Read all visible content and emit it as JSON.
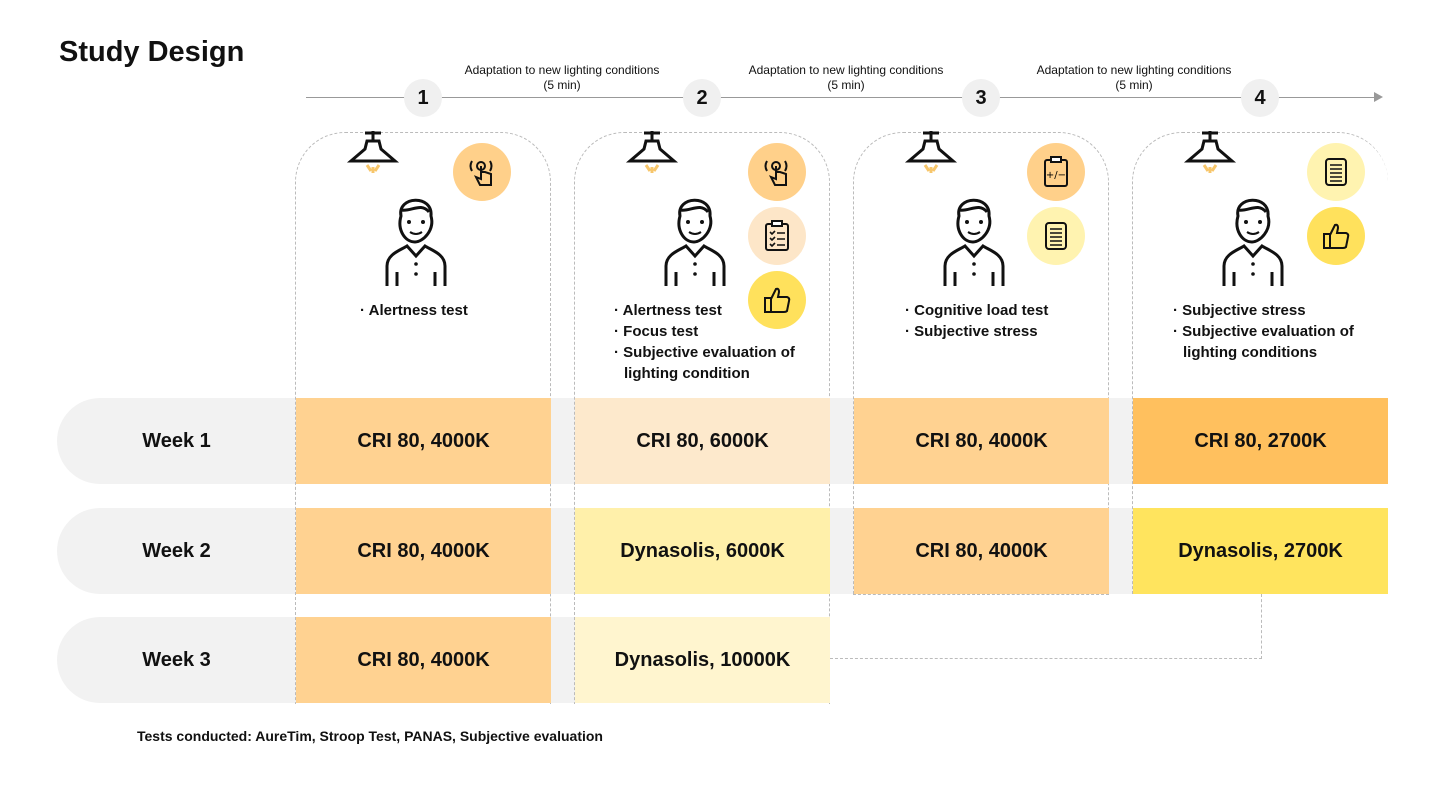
{
  "title": "Study Design",
  "steps": [
    {
      "number": "1",
      "tests": [
        "Alertness test"
      ],
      "icons": [
        "touch-icon"
      ]
    },
    {
      "number": "2",
      "tests": [
        "Alertness test",
        "Focus test",
        "Subjective evaluation of lighting condition"
      ],
      "icons": [
        "touch-icon",
        "checklist-icon",
        "thumbs-up-icon"
      ]
    },
    {
      "number": "3",
      "tests": [
        "Cognitive load test",
        "Subjective stress"
      ],
      "icons": [
        "plus-minus-clipboard-icon",
        "document-icon"
      ]
    },
    {
      "number": "4",
      "tests": [
        "Subjective stress",
        "Subjective evaluation of lighting conditions"
      ],
      "icons": [
        "document-icon",
        "thumbs-up-icon"
      ]
    }
  ],
  "adaptation_label": "Adaptation to new lighting conditions (5 min)",
  "weeks": [
    {
      "label": "Week 1",
      "cells": [
        "CRI 80, 4000K",
        "CRI 80, 6000K",
        "CRI 80, 4000K",
        "CRI 80, 2700K"
      ]
    },
    {
      "label": "Week 2",
      "cells": [
        "CRI 80, 4000K",
        "Dynasolis, 6000K",
        "CRI 80, 4000K",
        "Dynasolis, 2700K"
      ]
    },
    {
      "label": "Week 3",
      "cells": [
        "CRI 80, 4000K",
        "Dynasolis, 10000K"
      ]
    }
  ],
  "colors": {
    "cri4000": "#ffd291",
    "cri6000": "#fde9cc",
    "cri2700": "#ffc05e",
    "dyn6000": "#fff0aa",
    "dyn2700": "#ffe45e",
    "dyn10000": "#fff5cf",
    "icon_orange": "#ffd08a",
    "icon_peach": "#fde6c8",
    "icon_yellow": "#ffe15c",
    "icon_lightyellow": "#fff3b0"
  },
  "footer": "Tests conducted: AureTim, Stroop Test, PANAS, Subjective evaluation"
}
